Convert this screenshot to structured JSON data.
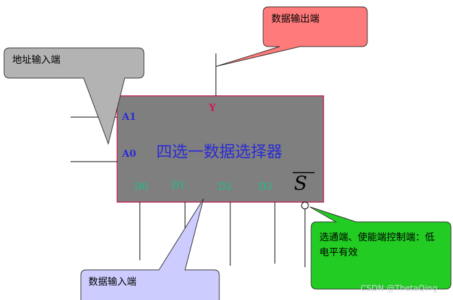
{
  "callouts": {
    "data_output": "数据输出端",
    "address_input": "地址输入端",
    "data_input": "数据输入端",
    "select_enable": "选通端、使能端控制端：低电平有效"
  },
  "chip": {
    "title": "四选一数据选择器",
    "output_pin": "Y",
    "address_pins": [
      "A1",
      "A0"
    ],
    "data_pins": [
      "D0",
      "D1",
      "D2",
      "D3"
    ],
    "select_pin": "S"
  },
  "watermark": "CSDN @ThetaQing",
  "colors": {
    "chip_fill": "#7f7f7f",
    "chip_border": "#c0285a",
    "title_color": "#2b2bd6",
    "output_pin_color": "#d4145a",
    "address_pin_color": "#2b2bd6",
    "data_pin_color": "#19c08a",
    "data_output_callout": "#ff7a7a",
    "address_input_callout": "#b3b3b3",
    "data_input_callout": "#ccccff",
    "select_enable_callout": "#22cc22"
  }
}
